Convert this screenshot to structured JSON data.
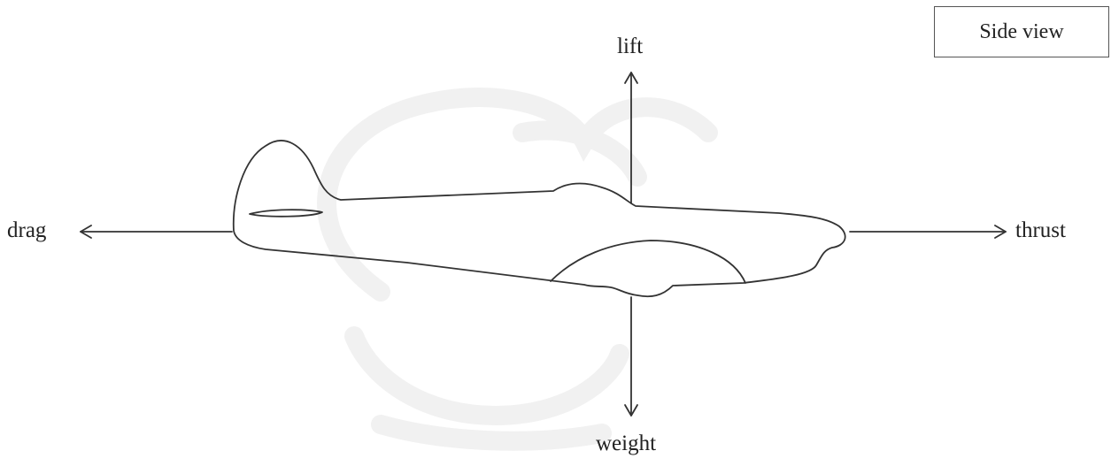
{
  "forces": {
    "lift": "lift",
    "drag": "drag",
    "thrust": "thrust",
    "weight": "weight"
  },
  "view_label": "Side view",
  "colors": {
    "line": "#333333",
    "watermark": "#f2f2f2"
  }
}
